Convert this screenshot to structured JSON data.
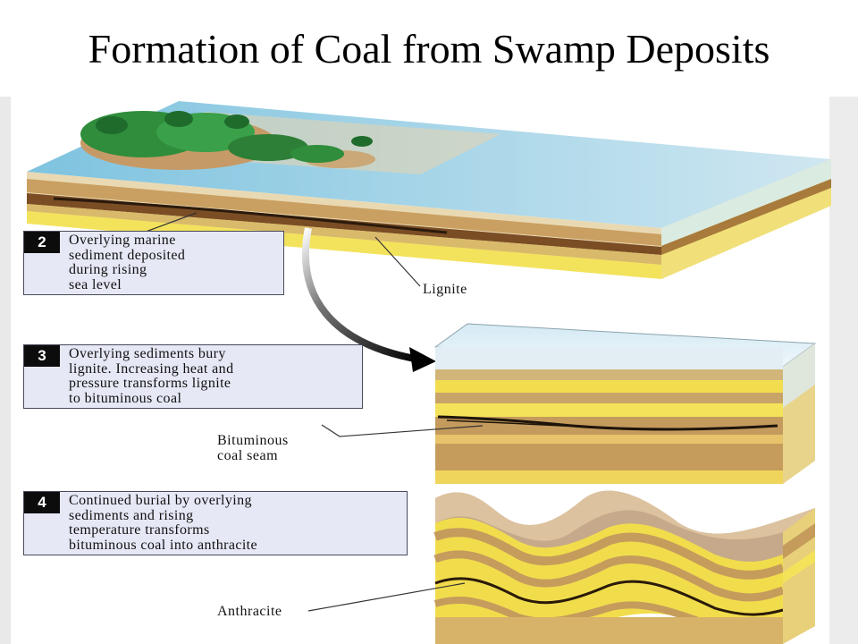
{
  "title": "Formation of Coal from Swamp Deposits",
  "steps": [
    {
      "number": "2",
      "text": "Overlying marine\nsediment deposited\nduring rising\nsea level"
    },
    {
      "number": "3",
      "text": "Overlying sediments bury\nlignite. Increasing heat and\npressure transforms lignite\nto bituminous coal"
    },
    {
      "number": "4",
      "text": "Continued burial by overlying\nsediments and rising\ntemperature transforms\nbituminous coal into anthracite"
    }
  ],
  "labels": {
    "lignite": "Lignite",
    "bituminous": "Bituminous\ncoal seam",
    "anthracite": "Anthracite"
  }
}
